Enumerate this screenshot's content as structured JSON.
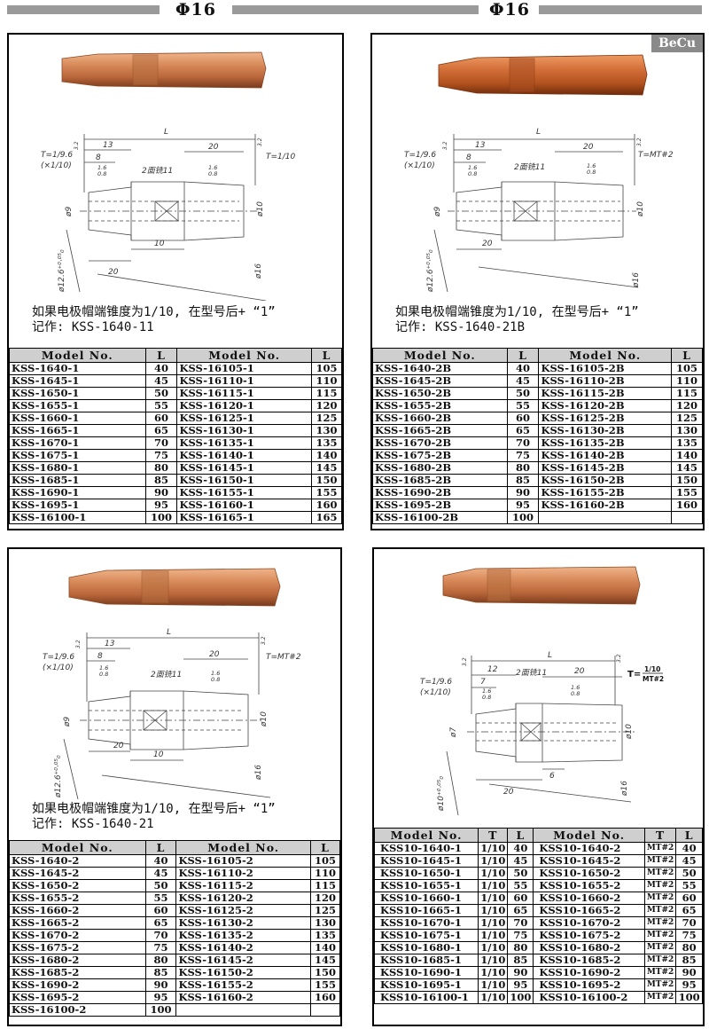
{
  "header": {
    "left_title": "Φ16",
    "right_title": "Φ16"
  },
  "colors": {
    "copper": "#c8794a",
    "becu": "#c9622f",
    "band": "#9a9a9a",
    "table_header": "#cfcfcf"
  },
  "drawing_labels": {
    "taper_left": "T=1/9.6",
    "taper_left_sub": "(×1/10)",
    "taper_right_a": "T=1/10",
    "taper_right_b": "T=MT#2",
    "taper_right_frac_lead": "T=",
    "taper_right_frac_num": "1/10",
    "taper_right_frac_den": "MT#2",
    "L": "L",
    "d13": "13",
    "d12": "12",
    "d8": "8",
    "d7": "7",
    "d20": "20",
    "d10": "10",
    "d6": "6",
    "flat": "2面铣11",
    "rough": "1.6",
    "rough_sub": "0.8",
    "dia9": "ø9",
    "dia7": "ø7",
    "dia10": "ø10",
    "dia16": "ø16",
    "dia_tol": "ø12.6⁺⁰·⁰⁵₀",
    "dia_tol2": "ø10⁺⁰·⁰⁵₀",
    "r32": "3.2"
  },
  "panels": [
    {
      "badge": "",
      "note_line1": "如果电极帽端锥度为1/10, 在型号后+ “1”",
      "note_line2": "记作: KSS-1640-11",
      "headers": [
        "Model No.",
        "L",
        "Model No.",
        "L"
      ],
      "rows": [
        [
          "KSS-1640-1",
          "40",
          "KSS-16105-1",
          "105"
        ],
        [
          "KSS-1645-1",
          "45",
          "KSS-16110-1",
          "110"
        ],
        [
          "KSS-1650-1",
          "50",
          "KSS-16115-1",
          "115"
        ],
        [
          "KSS-1655-1",
          "55",
          "KSS-16120-1",
          "120"
        ],
        [
          "KSS-1660-1",
          "60",
          "KSS-16125-1",
          "125"
        ],
        [
          "KSS-1665-1",
          "65",
          "KSS-16130-1",
          "130"
        ],
        [
          "KSS-1670-1",
          "70",
          "KSS-16135-1",
          "135"
        ],
        [
          "KSS-1675-1",
          "75",
          "KSS-16140-1",
          "140"
        ],
        [
          "KSS-1680-1",
          "80",
          "KSS-16145-1",
          "145"
        ],
        [
          "KSS-1685-1",
          "85",
          "KSS-16150-1",
          "150"
        ],
        [
          "KSS-1690-1",
          "90",
          "KSS-16155-1",
          "155"
        ],
        [
          "KSS-1695-1",
          "95",
          "KSS-16160-1",
          "160"
        ],
        [
          "KSS-16100-1",
          "100",
          "KSS-16165-1",
          "165"
        ]
      ]
    },
    {
      "badge": "BeCu",
      "note_line1": "如果电极帽端锥度为1/10, 在型号后+ “1”",
      "note_line2": "记作: KSS-1640-21B",
      "headers": [
        "Model No.",
        "L",
        "Model No.",
        "L"
      ],
      "rows": [
        [
          "KSS-1640-2B",
          "40",
          "KSS-16105-2B",
          "105"
        ],
        [
          "KSS-1645-2B",
          "45",
          "KSS-16110-2B",
          "110"
        ],
        [
          "KSS-1650-2B",
          "50",
          "KSS-16115-2B",
          "115"
        ],
        [
          "KSS-1655-2B",
          "55",
          "KSS-16120-2B",
          "120"
        ],
        [
          "KSS-1660-2B",
          "60",
          "KSS-16125-2B",
          "125"
        ],
        [
          "KSS-1665-2B",
          "65",
          "KSS-16130-2B",
          "130"
        ],
        [
          "KSS-1670-2B",
          "70",
          "KSS-16135-2B",
          "135"
        ],
        [
          "KSS-1675-2B",
          "75",
          "KSS-16140-2B",
          "140"
        ],
        [
          "KSS-1680-2B",
          "80",
          "KSS-16145-2B",
          "145"
        ],
        [
          "KSS-1685-2B",
          "85",
          "KSS-16150-2B",
          "150"
        ],
        [
          "KSS-1690-2B",
          "90",
          "KSS-16155-2B",
          "155"
        ],
        [
          "KSS-1695-2B",
          "95",
          "KSS-16160-2B",
          "160"
        ],
        [
          "KSS-16100-2B",
          "100",
          "",
          ""
        ]
      ]
    },
    {
      "badge": "",
      "note_line1": "如果电极帽端锥度为1/10, 在型号后+ “1”",
      "note_line2": "记作: KSS-1640-21",
      "headers": [
        "Model No.",
        "L",
        "Model No.",
        "L"
      ],
      "rows": [
        [
          "KSS-1640-2",
          "40",
          "KSS-16105-2",
          "105"
        ],
        [
          "KSS-1645-2",
          "45",
          "KSS-16110-2",
          "110"
        ],
        [
          "KSS-1650-2",
          "50",
          "KSS-16115-2",
          "115"
        ],
        [
          "KSS-1655-2",
          "55",
          "KSS-16120-2",
          "120"
        ],
        [
          "KSS-1660-2",
          "60",
          "KSS-16125-2",
          "125"
        ],
        [
          "KSS-1665-2",
          "65",
          "KSS-16130-2",
          "130"
        ],
        [
          "KSS-1670-2",
          "70",
          "KSS-16135-2",
          "135"
        ],
        [
          "KSS-1675-2",
          "75",
          "KSS-16140-2",
          "140"
        ],
        [
          "KSS-1680-2",
          "80",
          "KSS-16145-2",
          "145"
        ],
        [
          "KSS-1685-2",
          "85",
          "KSS-16150-2",
          "150"
        ],
        [
          "KSS-1690-2",
          "90",
          "KSS-16155-2",
          "155"
        ],
        [
          "KSS-1695-2",
          "95",
          "KSS-16160-2",
          "160"
        ],
        [
          "KSS-16100-2",
          "100",
          "",
          ""
        ]
      ]
    },
    {
      "badge": "",
      "note_line1": "",
      "note_line2": "",
      "headers": [
        "Model No.",
        "T",
        "L",
        "Model No.",
        "T",
        "L"
      ],
      "rows": [
        [
          "KSS10-1640-1",
          "1/10",
          "40",
          "KSS10-1640-2",
          "MT#2",
          "40"
        ],
        [
          "KSS10-1645-1",
          "1/10",
          "45",
          "KSS10-1645-2",
          "MT#2",
          "45"
        ],
        [
          "KSS10-1650-1",
          "1/10",
          "50",
          "KSS10-1650-2",
          "MT#2",
          "50"
        ],
        [
          "KSS10-1655-1",
          "1/10",
          "55",
          "KSS10-1655-2",
          "MT#2",
          "55"
        ],
        [
          "KSS10-1660-1",
          "1/10",
          "60",
          "KSS10-1660-2",
          "MT#2",
          "60"
        ],
        [
          "KSS10-1665-1",
          "1/10",
          "65",
          "KSS10-1665-2",
          "MT#2",
          "65"
        ],
        [
          "KSS10-1670-1",
          "1/10",
          "70",
          "KSS10-1670-2",
          "MT#2",
          "70"
        ],
        [
          "KSS10-1675-1",
          "1/10",
          "75",
          "KSS10-1675-2",
          "MT#2",
          "75"
        ],
        [
          "KSS10-1680-1",
          "1/10",
          "80",
          "KSS10-1680-2",
          "MT#2",
          "80"
        ],
        [
          "KSS10-1685-1",
          "1/10",
          "85",
          "KSS10-1685-2",
          "MT#2",
          "85"
        ],
        [
          "KSS10-1690-1",
          "1/10",
          "90",
          "KSS10-1690-2",
          "MT#2",
          "90"
        ],
        [
          "KSS10-1695-1",
          "1/10",
          "95",
          "KSS10-1695-2",
          "MT#2",
          "95"
        ],
        [
          "KSS10-16100-1",
          "1/10",
          "100",
          "KSS10-16100-2",
          "MT#2",
          "100"
        ]
      ]
    }
  ]
}
